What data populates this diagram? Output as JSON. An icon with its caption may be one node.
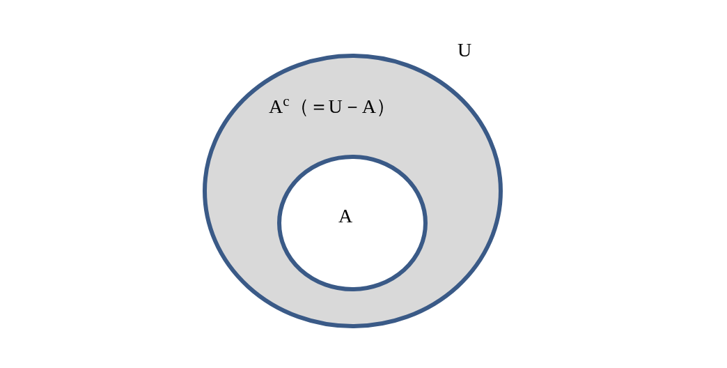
{
  "diagram": {
    "nodes": [
      {
        "text": [
          "A$^{c}$（＝U－A）"
        ]
      },
      {
        "text": [
          "A"
        ],
        "in": 0
      }
    ],
    "labels": [
      "U"
    ]
  }
}
